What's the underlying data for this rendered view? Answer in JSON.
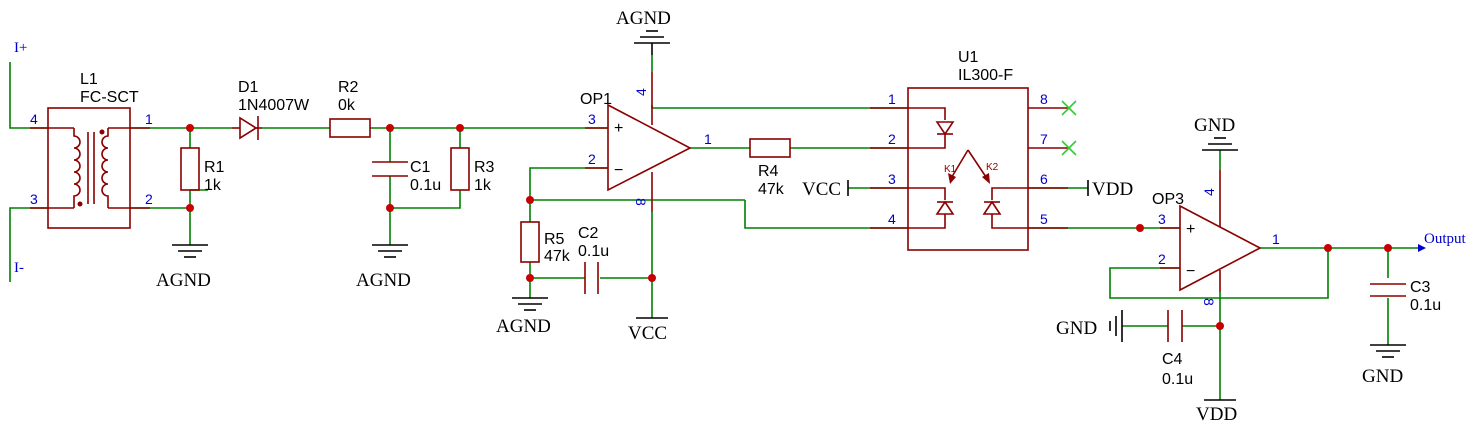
{
  "inputs": {
    "plus": "I+",
    "minus": "I-"
  },
  "nets": {
    "agnd": "AGND",
    "gnd": "GND",
    "vcc": "VCC",
    "vdd": "VDD",
    "output": "Output"
  },
  "components": {
    "L1": {
      "ref": "L1",
      "value": "FC-SCT",
      "pins": [
        "4",
        "3",
        "1",
        "2"
      ]
    },
    "D1": {
      "ref": "D1",
      "value": "1N4007W"
    },
    "R1": {
      "ref": "R1",
      "value": "1k"
    },
    "R2": {
      "ref": "R2",
      "value": "0k"
    },
    "C1": {
      "ref": "C1",
      "value": "0.1u"
    },
    "R3": {
      "ref": "R3",
      "value": "1k"
    },
    "OP1": {
      "ref": "OP1",
      "pins": [
        "3",
        "2",
        "1",
        "4",
        "8"
      ],
      "plus": "+",
      "minus": "−"
    },
    "R5": {
      "ref": "R5",
      "value": "47k"
    },
    "C2": {
      "ref": "C2",
      "value": "0.1u"
    },
    "R4": {
      "ref": "R4",
      "value": "47k"
    },
    "U1": {
      "ref": "U1",
      "value": "IL300-F",
      "pins": [
        "1",
        "2",
        "3",
        "4",
        "8",
        "7",
        "6",
        "5"
      ],
      "k1": "K1",
      "k2": "K2"
    },
    "OP3": {
      "ref": "OP3",
      "pins": [
        "3",
        "2",
        "1",
        "4",
        "8"
      ],
      "plus": "+",
      "minus": "−"
    },
    "C4": {
      "ref": "C4",
      "value": "0.1u"
    },
    "C3": {
      "ref": "C3",
      "value": "0.1u"
    }
  }
}
